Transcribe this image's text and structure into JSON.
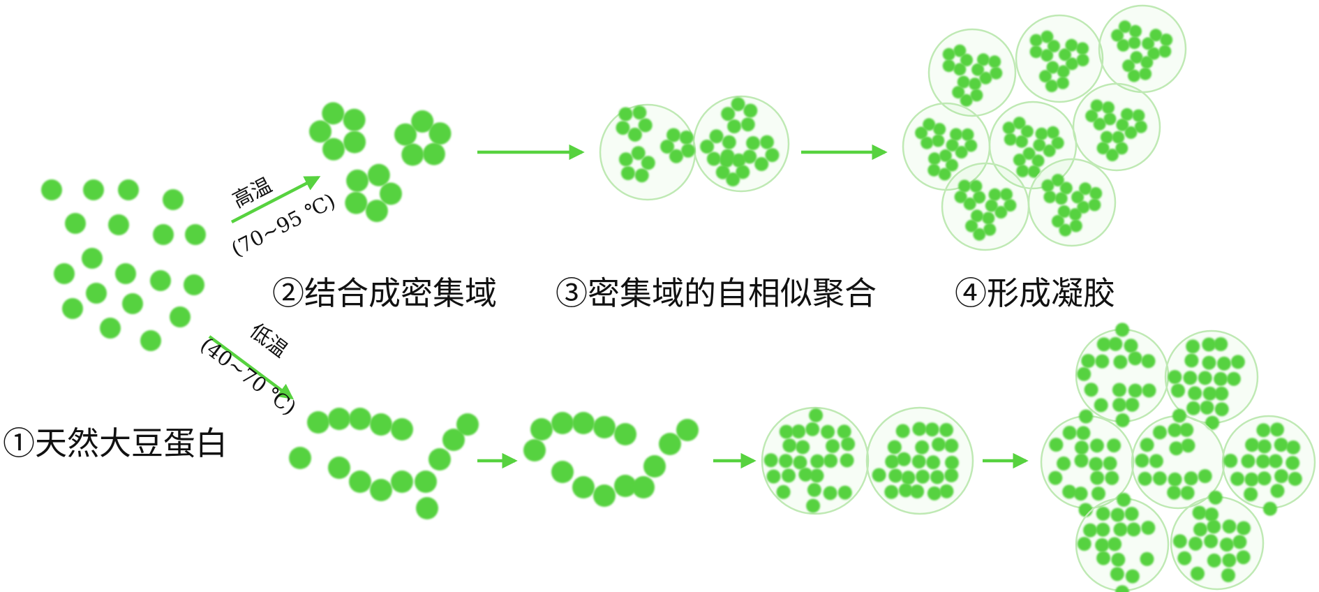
{
  "stages": {
    "native": "①天然大豆蛋白",
    "dense_domains": "②结合成密集域",
    "self_similar": "③密集域的自相似聚合",
    "gel": "④形成凝胶"
  },
  "conditions": {
    "high": {
      "name": "高温",
      "range": "(70~95 ℃)"
    },
    "low": {
      "name": "低温",
      "range": "(40~70 ℃)"
    }
  },
  "colors": {
    "particle": "#57d23f",
    "domain_outline": "#bfe9b4",
    "text": "#111111"
  }
}
